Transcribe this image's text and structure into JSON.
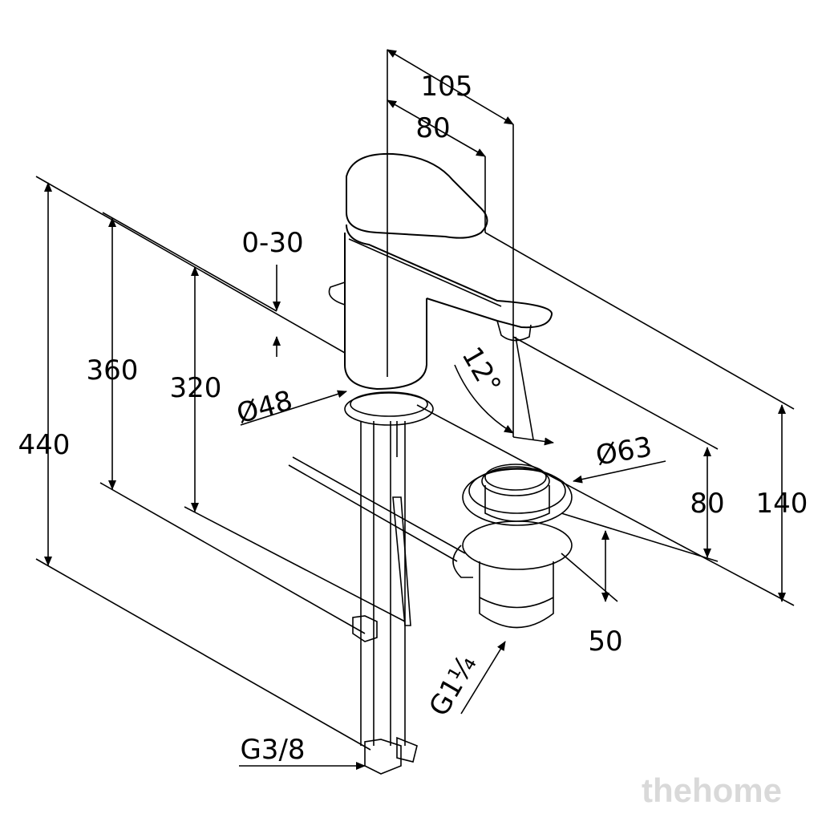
{
  "dimensions": {
    "width_total": "105",
    "width_spout": "80",
    "adjust_range": "0-30",
    "height_total": "440",
    "height_360": "360",
    "height_320": "320",
    "base_diameter": "Ø48",
    "spout_angle": "12°",
    "drain_diameter": "Ø63",
    "spout_height": "80",
    "tap_height": "140",
    "drain_height": "50",
    "drain_thread": "G1¼",
    "hose_thread": "G3/8"
  },
  "watermark": "thehome",
  "colors": {
    "line": "#000000",
    "watermark": "#d9d9d9"
  }
}
